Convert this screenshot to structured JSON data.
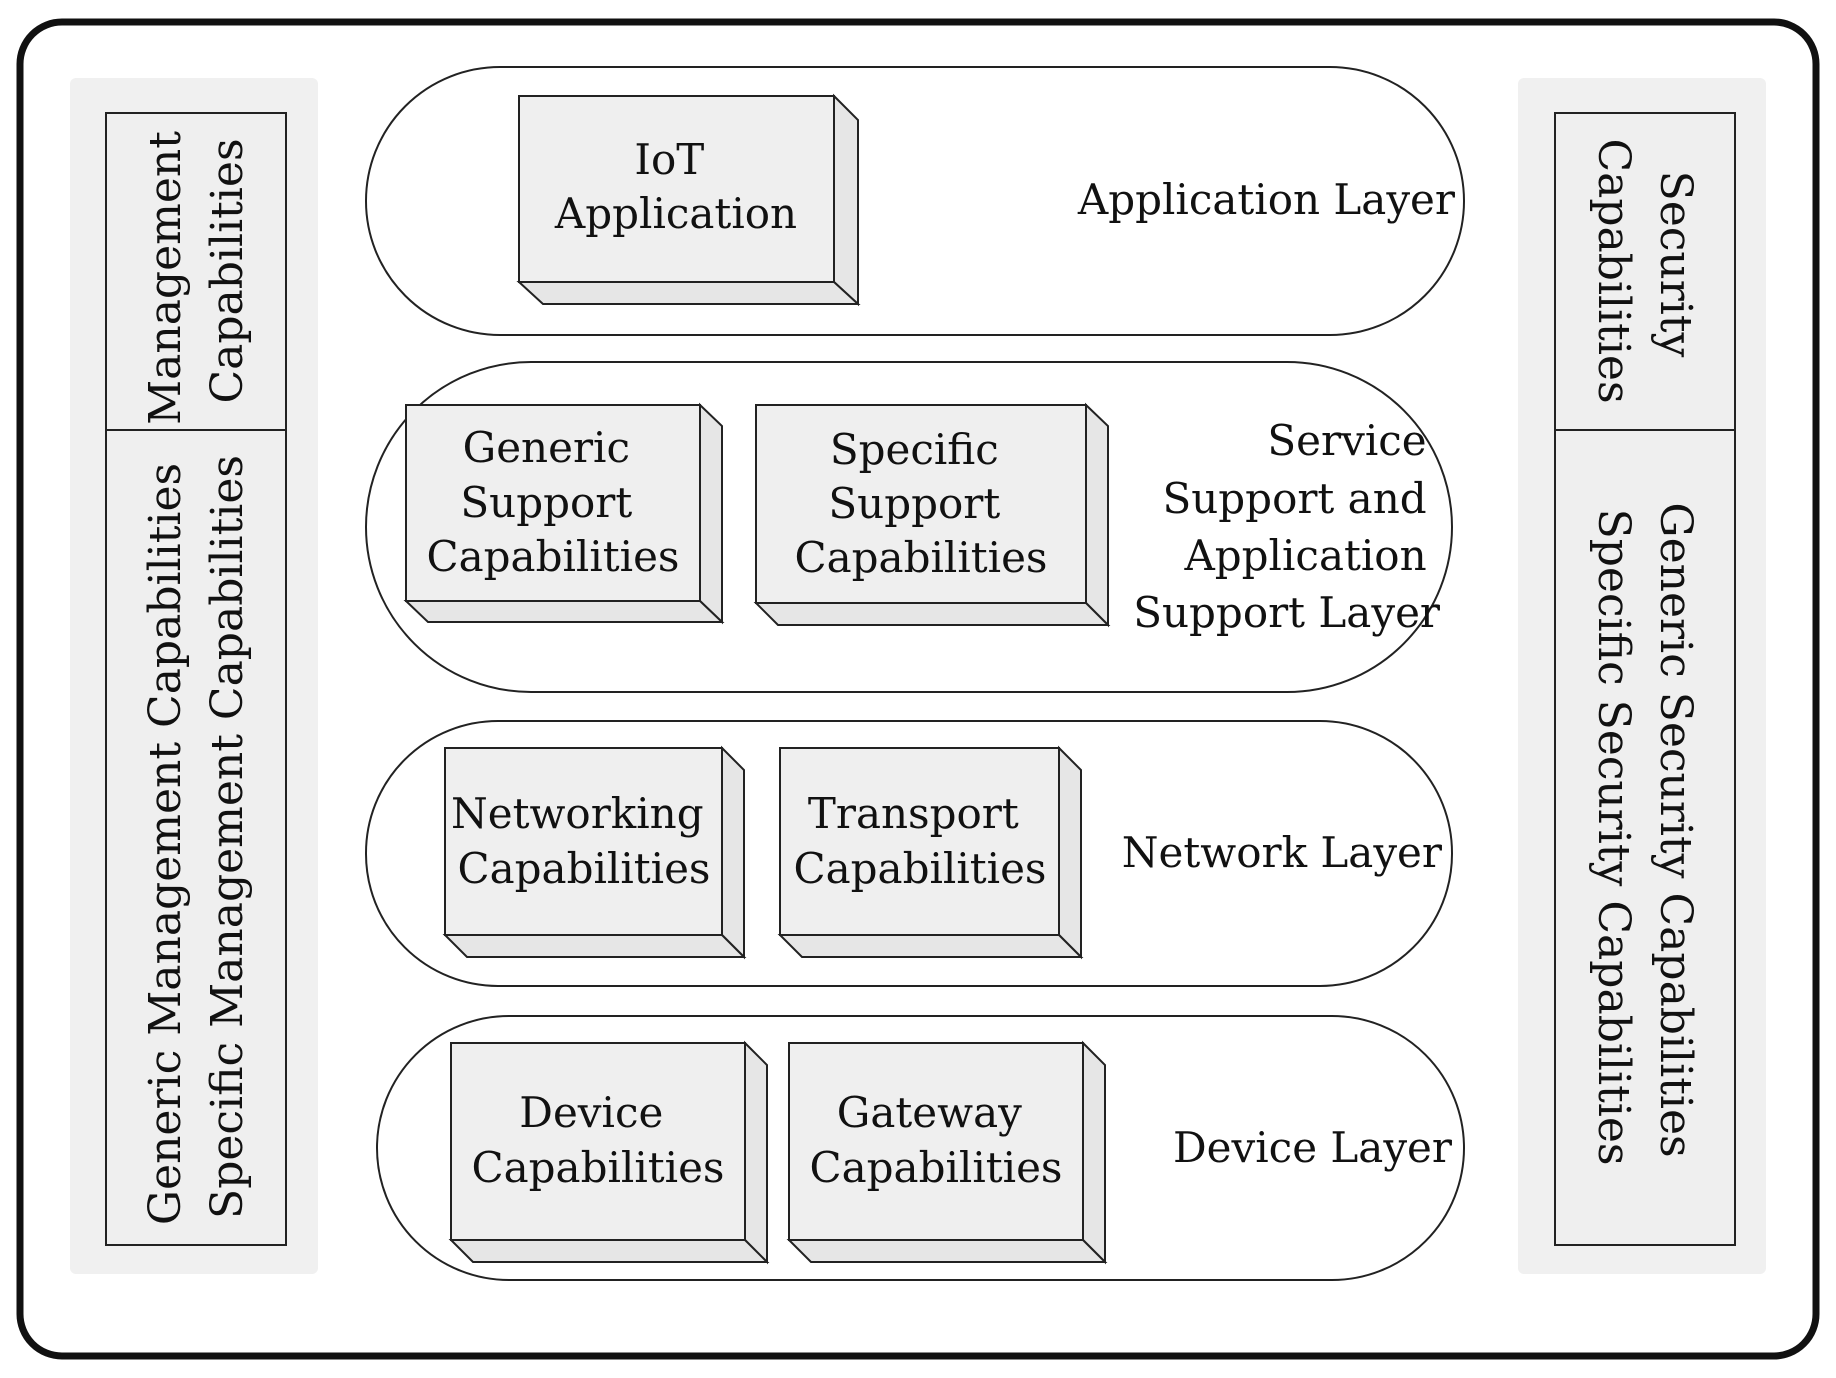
{
  "left_panel": {
    "title": [
      "Management",
      "Capabilities"
    ],
    "body": [
      "Generic Management Capabilities",
      "Specific Management Capabilities"
    ]
  },
  "right_panel": {
    "title": [
      "Security",
      "Capabilities"
    ],
    "body": [
      "Generic Security Capabilities",
      "Specific Security Capabilities"
    ]
  },
  "layers": {
    "application": {
      "label": [
        "Application Layer"
      ],
      "boxes": [
        {
          "lines": [
            "IoT",
            "Application"
          ]
        }
      ]
    },
    "service_support": {
      "label": [
        "Service",
        "Support and",
        "Application",
        "Support Layer"
      ],
      "boxes": [
        {
          "lines": [
            "Generic",
            "Support",
            "Capabilities"
          ]
        },
        {
          "lines": [
            "Specific",
            "Support",
            "Capabilities"
          ]
        }
      ]
    },
    "network": {
      "label": [
        "Network Layer"
      ],
      "boxes": [
        {
          "lines": [
            "Networking",
            "Capabilities"
          ]
        },
        {
          "lines": [
            "Transport",
            "Capabilities"
          ]
        }
      ]
    },
    "device": {
      "label": [
        "Device Layer"
      ],
      "boxes": [
        {
          "lines": [
            "Device",
            "Capabilities"
          ]
        },
        {
          "lines": [
            "Gateway",
            "Capabilities"
          ]
        }
      ]
    }
  }
}
